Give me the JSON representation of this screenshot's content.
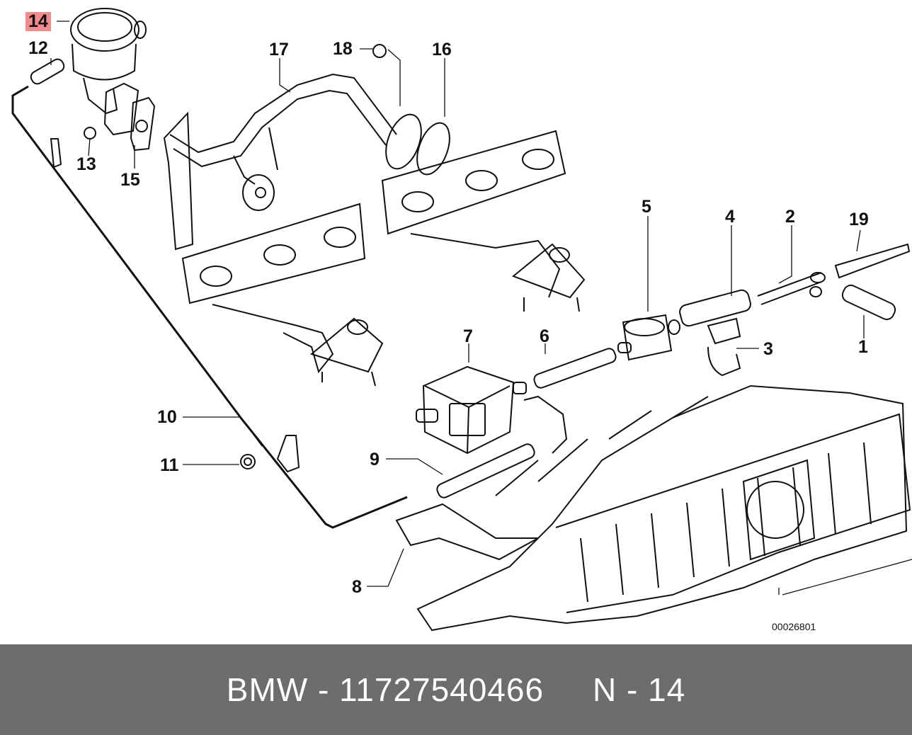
{
  "diagram": {
    "callouts": {
      "c1": "1",
      "c2": "2",
      "c3": "3",
      "c4": "4",
      "c5": "5",
      "c6": "6",
      "c7": "7",
      "c8": "8",
      "c9": "9",
      "c10": "10",
      "c11": "11",
      "c12": "12",
      "c13": "13",
      "c14": "14",
      "c15": "15",
      "c16": "16",
      "c17": "17",
      "c18": "18",
      "c19": "19"
    },
    "highlighted_part": "14",
    "highlight_color": "#f28b8b",
    "drawing_number": "00026801"
  },
  "footer": {
    "text": "BMW - 11727540466     N - 14",
    "background": "#6d6d6d"
  }
}
